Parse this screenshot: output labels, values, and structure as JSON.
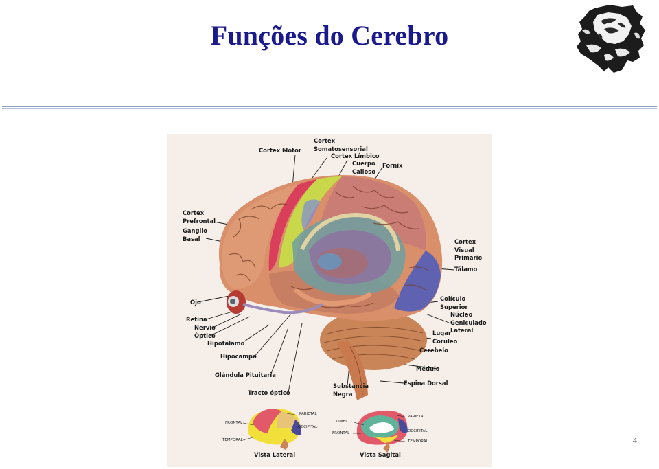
{
  "slide": {
    "title": "Funções do Cerebro",
    "page_number": "4"
  },
  "logo": {
    "icon": "head-profile-logo-icon"
  },
  "diagram": {
    "labels": {
      "cortex_somatosensorial": "Cortex\nSomatosensorial",
      "cortex_motor": "Cortex Motor",
      "cortex_limbico": "Cortex Límbico",
      "cuerpo_calloso": "Cuerpo\nCalloso",
      "fornix": "Fornix",
      "cortex_prefrontal": "Cortex\nPrefrontal",
      "ganglio_basal": "Ganglio\nBasal",
      "cortex_visual_primario": "Cortex\nVisual\nPrimario",
      "talamo": "Tálamo",
      "ojo": "Ojo",
      "coliculo_superior": "Colículo\nSuperior",
      "nucleo_geniculado_lateral": "Núcleo\nGeniculado\nLateral",
      "retina": "Retina",
      "nervio_optico": "Nervio\nÓptico",
      "hipotalamo": "Hipotálamo",
      "lugar_coruleo": "Lugar\nCoruleo",
      "cerebelo": "Cerebelo",
      "hipocampo": "Hipocampo",
      "medula": "Médula",
      "glandula_pituitaria": "Glándula Pituitaria",
      "espina_dorsal": "Espina Dorsal",
      "substancia_negra": "Substancia\nNegra",
      "tracto_optico": "Tracto óptico"
    },
    "lateral_view": {
      "caption": "Vista Lateral",
      "frontal": "FRONTAL",
      "parietal": "PARIETAL",
      "occipital": "OCCIPITAL",
      "temporal": "TEMPORAL"
    },
    "sagittal_view": {
      "caption": "Vista Sagital",
      "limbic": "LIMBIC",
      "parietal": "PARIETAL",
      "occipital": "OCCIPITAL",
      "frontal": "FRONTAL",
      "temporal": "TEMPORAL"
    },
    "colors": {
      "frontal": "#e8c478",
      "parietal": "#e25a6a",
      "occipital": "#4a4a9a",
      "temporal": "#f2e03a",
      "limbic": "#5fb39b",
      "cortex_motor": "#d93f5b",
      "somatosensory": "#c8d84a",
      "brain_base": "#d98f6a"
    }
  }
}
